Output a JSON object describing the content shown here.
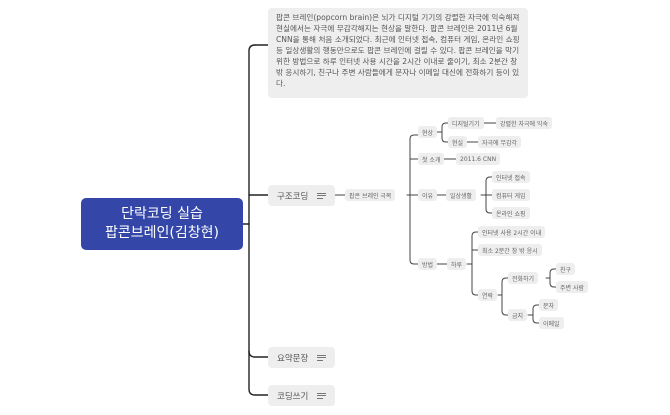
{
  "root": {
    "line1": "단락코딩 실습",
    "line2": "팝콘브레인(김창현)",
    "color": "#3447a9"
  },
  "note": {
    "text": "팝콘 브레인(popcorn brain)은 뇌가 디지털 기기의 강렬한 자극에 익숙해져 현실에서는 자극에 무감각해지는 현상을 말한다. 팝콘 브레인은 2011년 6월 CNN을 통해 처음 소개되었다. 최근에 인터넷 접속, 컴퓨터 게임, 온라인 쇼핑 등 일상생활의 행동만으로도 팝콘 브레인에 걸릴 수 있다. 팝콘 브레인을 막기 위한 방법으로 하루 인터넷 사용 시간을 2시간 이내로 줄이기, 최소 2분간 창 밖 응시하기, 친구나 주변 사람들에게 문자나 이메일 대신에 전화하기 등이 있다."
  },
  "branches": [
    {
      "label": "구조코딩",
      "icon": "notes-icon"
    },
    {
      "label": "요약문장",
      "icon": "notes-icon"
    },
    {
      "label": "코딩쓰기",
      "icon": "notes-icon"
    }
  ],
  "structure": {
    "center": "팝콘 브레인 극복",
    "phenomenon": {
      "label": "현상",
      "digital": {
        "label": "디지털기기",
        "child": "강렬한 자극에 익숙"
      },
      "reality": {
        "label": "현실",
        "child": "자극에 무감각"
      }
    },
    "intro": {
      "label": "첫 소개",
      "child": "2011.6 CNN"
    },
    "reason": {
      "label": "이유",
      "daily": {
        "label": "일상생활",
        "items": [
          "인터넷 접속",
          "컴퓨터 게임",
          "온라인 쇼핑"
        ]
      }
    },
    "method": {
      "label": "방법",
      "daily": {
        "label": "하루",
        "items": [
          "인터넷 사용 2시간 이내",
          "최소 2분간 창 밖 응시"
        ],
        "contact": {
          "label": "연락",
          "call": {
            "label": "전화하기",
            "items": [
              "친구",
              "주변 사람"
            ]
          },
          "ban": {
            "label": "금지",
            "items": [
              "문자",
              "이메일"
            ]
          }
        }
      }
    }
  }
}
